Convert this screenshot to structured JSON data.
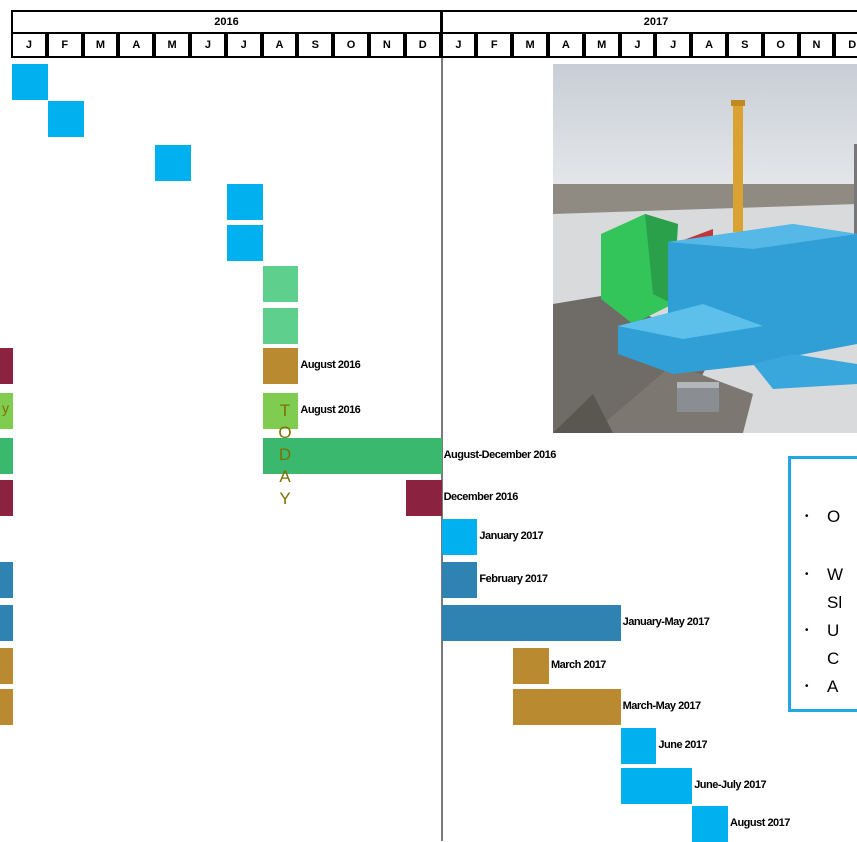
{
  "header": {
    "years": [
      {
        "label": "2016"
      },
      {
        "label": "2017"
      }
    ],
    "months_2016": [
      "J",
      "F",
      "M",
      "A",
      "M",
      "J",
      "J",
      "A",
      "S",
      "O",
      "N",
      "D"
    ],
    "months_2017": [
      "J",
      "F",
      "M",
      "A",
      "M",
      "J",
      "J",
      "A",
      "S",
      "O",
      "N",
      "D"
    ]
  },
  "today_letters": [
    "T",
    "O",
    "D",
    "A",
    "Y"
  ],
  "left_edge_text": "y",
  "bullet_fragments": [
    "O",
    "W",
    "Sl",
    "U",
    "C",
    "A"
  ],
  "colors": {
    "blue": "#00b0ef",
    "steel": "#2f83b3",
    "gold": "#b98a2f",
    "maroon": "#8b2240",
    "green": "#3ab96e",
    "lightgreen": "#5fcf8e",
    "lime": "#7fcc50",
    "box_border": "#1fa8e1",
    "divider": "#7a7a7a"
  },
  "chart_data": {
    "type": "gantt",
    "x_axis": "months January 2016 – December 2017",
    "tasks": [
      {
        "start": "2016-01",
        "end": "2016-01",
        "label": "",
        "color": "blue"
      },
      {
        "start": "2016-02",
        "end": "2016-02",
        "label": "",
        "color": "blue"
      },
      {
        "start": "2016-05",
        "end": "2016-05",
        "label": "",
        "color": "blue"
      },
      {
        "start": "2016-07",
        "end": "2016-07",
        "label": "",
        "color": "blue"
      },
      {
        "start": "2016-07",
        "end": "2016-07",
        "label": "",
        "color": "blue"
      },
      {
        "start": "2016-08",
        "end": "2016-08",
        "label": "",
        "color": "lightgreen"
      },
      {
        "start": "2016-08",
        "end": "2016-08",
        "label": "",
        "color": "lightgreen"
      },
      {
        "start": "2016-08",
        "end": "2016-08",
        "label": "August 2016",
        "color": "gold"
      },
      {
        "start": "2016-08",
        "end": "2016-08",
        "label": "August 2016",
        "color": "lime"
      },
      {
        "start": "2016-08",
        "end": "2016-12",
        "label": "August-December 2016",
        "color": "green"
      },
      {
        "start": "2016-12",
        "end": "2016-12",
        "label": "December 2016",
        "color": "maroon"
      },
      {
        "start": "2017-01",
        "end": "2017-01",
        "label": "January 2017",
        "color": "blue"
      },
      {
        "start": "2017-01",
        "end": "2017-01",
        "label": "February 2017",
        "color": "steel"
      },
      {
        "start": "2017-01",
        "end": "2017-05",
        "label": "January-May 2017",
        "color": "steel"
      },
      {
        "start": "2017-03",
        "end": "2017-03",
        "label": "March 2017",
        "color": "gold"
      },
      {
        "start": "2017-03",
        "end": "2017-05",
        "label": "March-May 2017",
        "color": "gold"
      },
      {
        "start": "2017-06",
        "end": "2017-06",
        "label": "June 2017",
        "color": "blue"
      },
      {
        "start": "2017-06",
        "end": "2017-07",
        "label": "June-July 2017",
        "color": "blue"
      },
      {
        "start": "2017-08",
        "end": "2017-08",
        "label": "August 2017",
        "color": "blue"
      }
    ],
    "left_edge_blocks": [
      "maroon",
      "lime",
      "green",
      "maroon",
      "",
      "steel",
      "steel",
      "gold",
      "gold"
    ]
  }
}
